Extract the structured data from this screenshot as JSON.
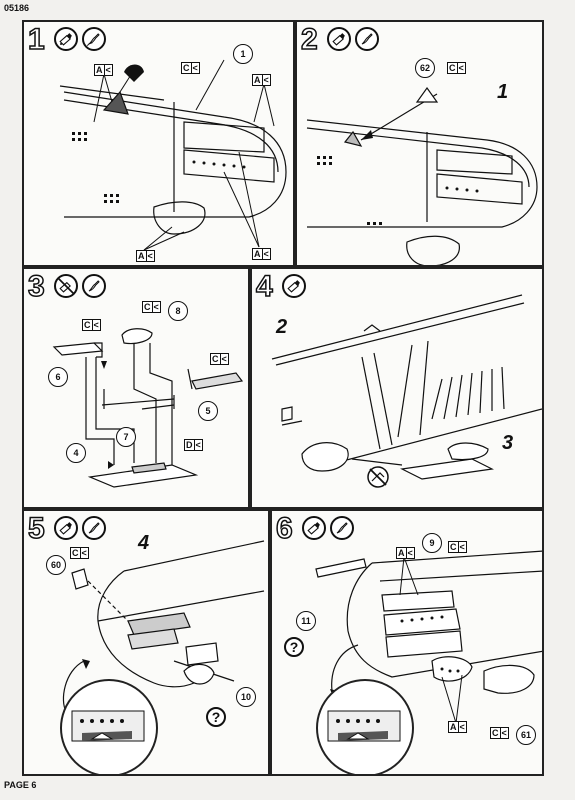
{
  "header": {
    "code": "05186"
  },
  "footer": {
    "page_label": "PAGE 6"
  },
  "steps": [
    {
      "number": "1",
      "icons": [
        "glue-tube-icon",
        "paint-brush-icon"
      ],
      "refs": {
        "a1": "A",
        "a2": "A",
        "a3": "A",
        "a4": "A",
        "c1": "C"
      },
      "callouts": {
        "part": "1"
      }
    },
    {
      "number": "2",
      "icons": [
        "glue-tube-icon",
        "paint-brush-icon"
      ],
      "refs": {
        "c1": "C"
      },
      "callouts": {
        "part": "62"
      },
      "bignum": "1"
    },
    {
      "number": "3",
      "icons": [
        "no-glue-icon",
        "paint-brush-icon"
      ],
      "refs": {
        "c1": "C",
        "c2": "C",
        "c3": "C",
        "d1": "D"
      },
      "callouts": {
        "p4": "4",
        "p5": "5",
        "p6": "6",
        "p7": "7",
        "p8": "8"
      }
    },
    {
      "number": "4",
      "icons": [
        "glue-tube-icon"
      ],
      "bignum_a": "2",
      "bignum_b": "3"
    },
    {
      "number": "5",
      "icons": [
        "glue-tube-icon",
        "paint-brush-icon"
      ],
      "refs": {
        "c1": "C"
      },
      "callouts": {
        "p60": "60",
        "p10": "10"
      },
      "bignum": "4",
      "question": "?"
    },
    {
      "number": "6",
      "icons": [
        "glue-tube-icon",
        "paint-brush-icon"
      ],
      "refs": {
        "a1": "A",
        "a2": "A",
        "c1": "C",
        "c2": "C"
      },
      "callouts": {
        "p9": "9",
        "p11": "11",
        "p61": "61"
      },
      "question": "?"
    }
  ],
  "ref_arrow": "<"
}
